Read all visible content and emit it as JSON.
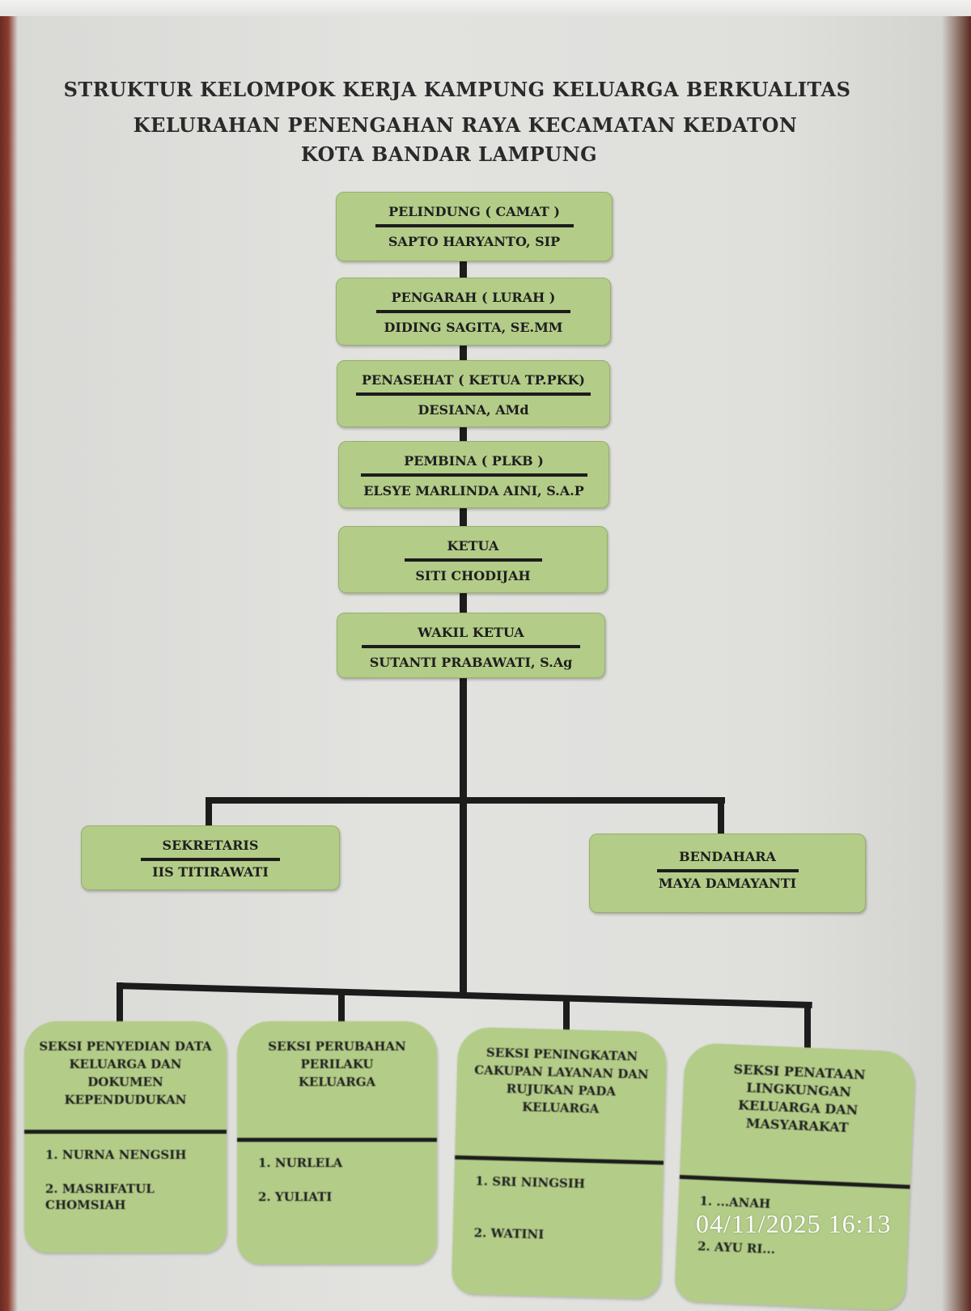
{
  "title": {
    "line1": "STRUKTUR KELOMPOK KERJA KAMPUNG KELUARGA BERKUALITAS",
    "line2": "KELURAHAN PENENGAHAN RAYA KECAMATAN KEDATON",
    "line3": "KOTA BANDAR LAMPUNG"
  },
  "chain": [
    {
      "role": "PELINDUNG ( CAMAT )",
      "name": "SAPTO HARYANTO, SIP"
    },
    {
      "role": "PENGARAH ( LURAH )",
      "name": "DIDING SAGITA, SE.MM"
    },
    {
      "role": "PENASEHAT ( KETUA TP.PKK)",
      "name": "DESIANA, AMd"
    },
    {
      "role": "PEMBINA ( PLKB )",
      "name": "ELSYE MARLINDA AINI, S.A.P"
    },
    {
      "role": "KETUA",
      "name": "SITI CHODIJAH"
    },
    {
      "role": "WAKIL KETUA",
      "name": "SUTANTI PRABAWATI, S.Ag"
    }
  ],
  "sekretaris": {
    "role": "SEKRETARIS",
    "name": "IIS TITIRAWATI"
  },
  "bendahara": {
    "role": "BENDAHARA",
    "name": "MAYA DAMAYANTI"
  },
  "sections": [
    {
      "title": "SEKSI PENYEDIAN DATA KELUARGA DAN DOKUMEN KEPENDUDUKAN",
      "members": [
        "1. NURNA NENGSIH",
        "2. MASRIFATUL CHOMSIAH"
      ]
    },
    {
      "title": "SEKSI PERUBAHAN PERILAKU KELUARGA",
      "members": [
        "1. NURLELA",
        "2. YULIATI"
      ]
    },
    {
      "title": "SEKSI PENINGKATAN CAKUPAN LAYANAN DAN RUJUKAN PADA KELUARGA",
      "members": [
        "1. SRI NINGSIH",
        "2. WATINI"
      ]
    },
    {
      "title": "SEKSI PENATAAN LINGKUNGAN KELUARGA DAN MASYARAKAT",
      "members": [
        "1. ...ANAH",
        "2. AYU RI..."
      ]
    }
  ],
  "timestamp": "04/11/2025  16:13",
  "colors": {
    "box": "#b3cc88",
    "line": "#1c1c1c"
  }
}
